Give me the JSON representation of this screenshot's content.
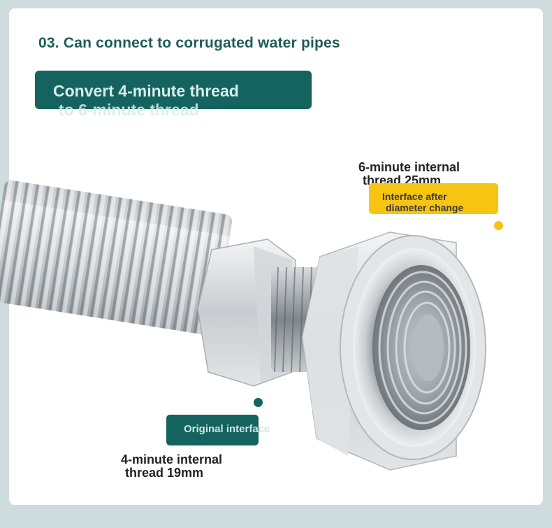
{
  "heading": "03. Can connect to corrugated water pipes",
  "banner": {
    "line1": "Convert 4-minute thread",
    "line2": "to 6-minute thread"
  },
  "label_top": {
    "line1": "6-minute internal",
    "line2": "thread 25mm"
  },
  "badge_top": {
    "line1": "Interface after",
    "line2": "diameter change"
  },
  "badge_bottom": "Original interface",
  "label_bottom": {
    "line1": "4-minute internal",
    "line2": "thread 19mm"
  },
  "colors": {
    "accent_green": "#15635f",
    "accent_yellow": "#f7c412",
    "heading": "#1d5d57"
  }
}
